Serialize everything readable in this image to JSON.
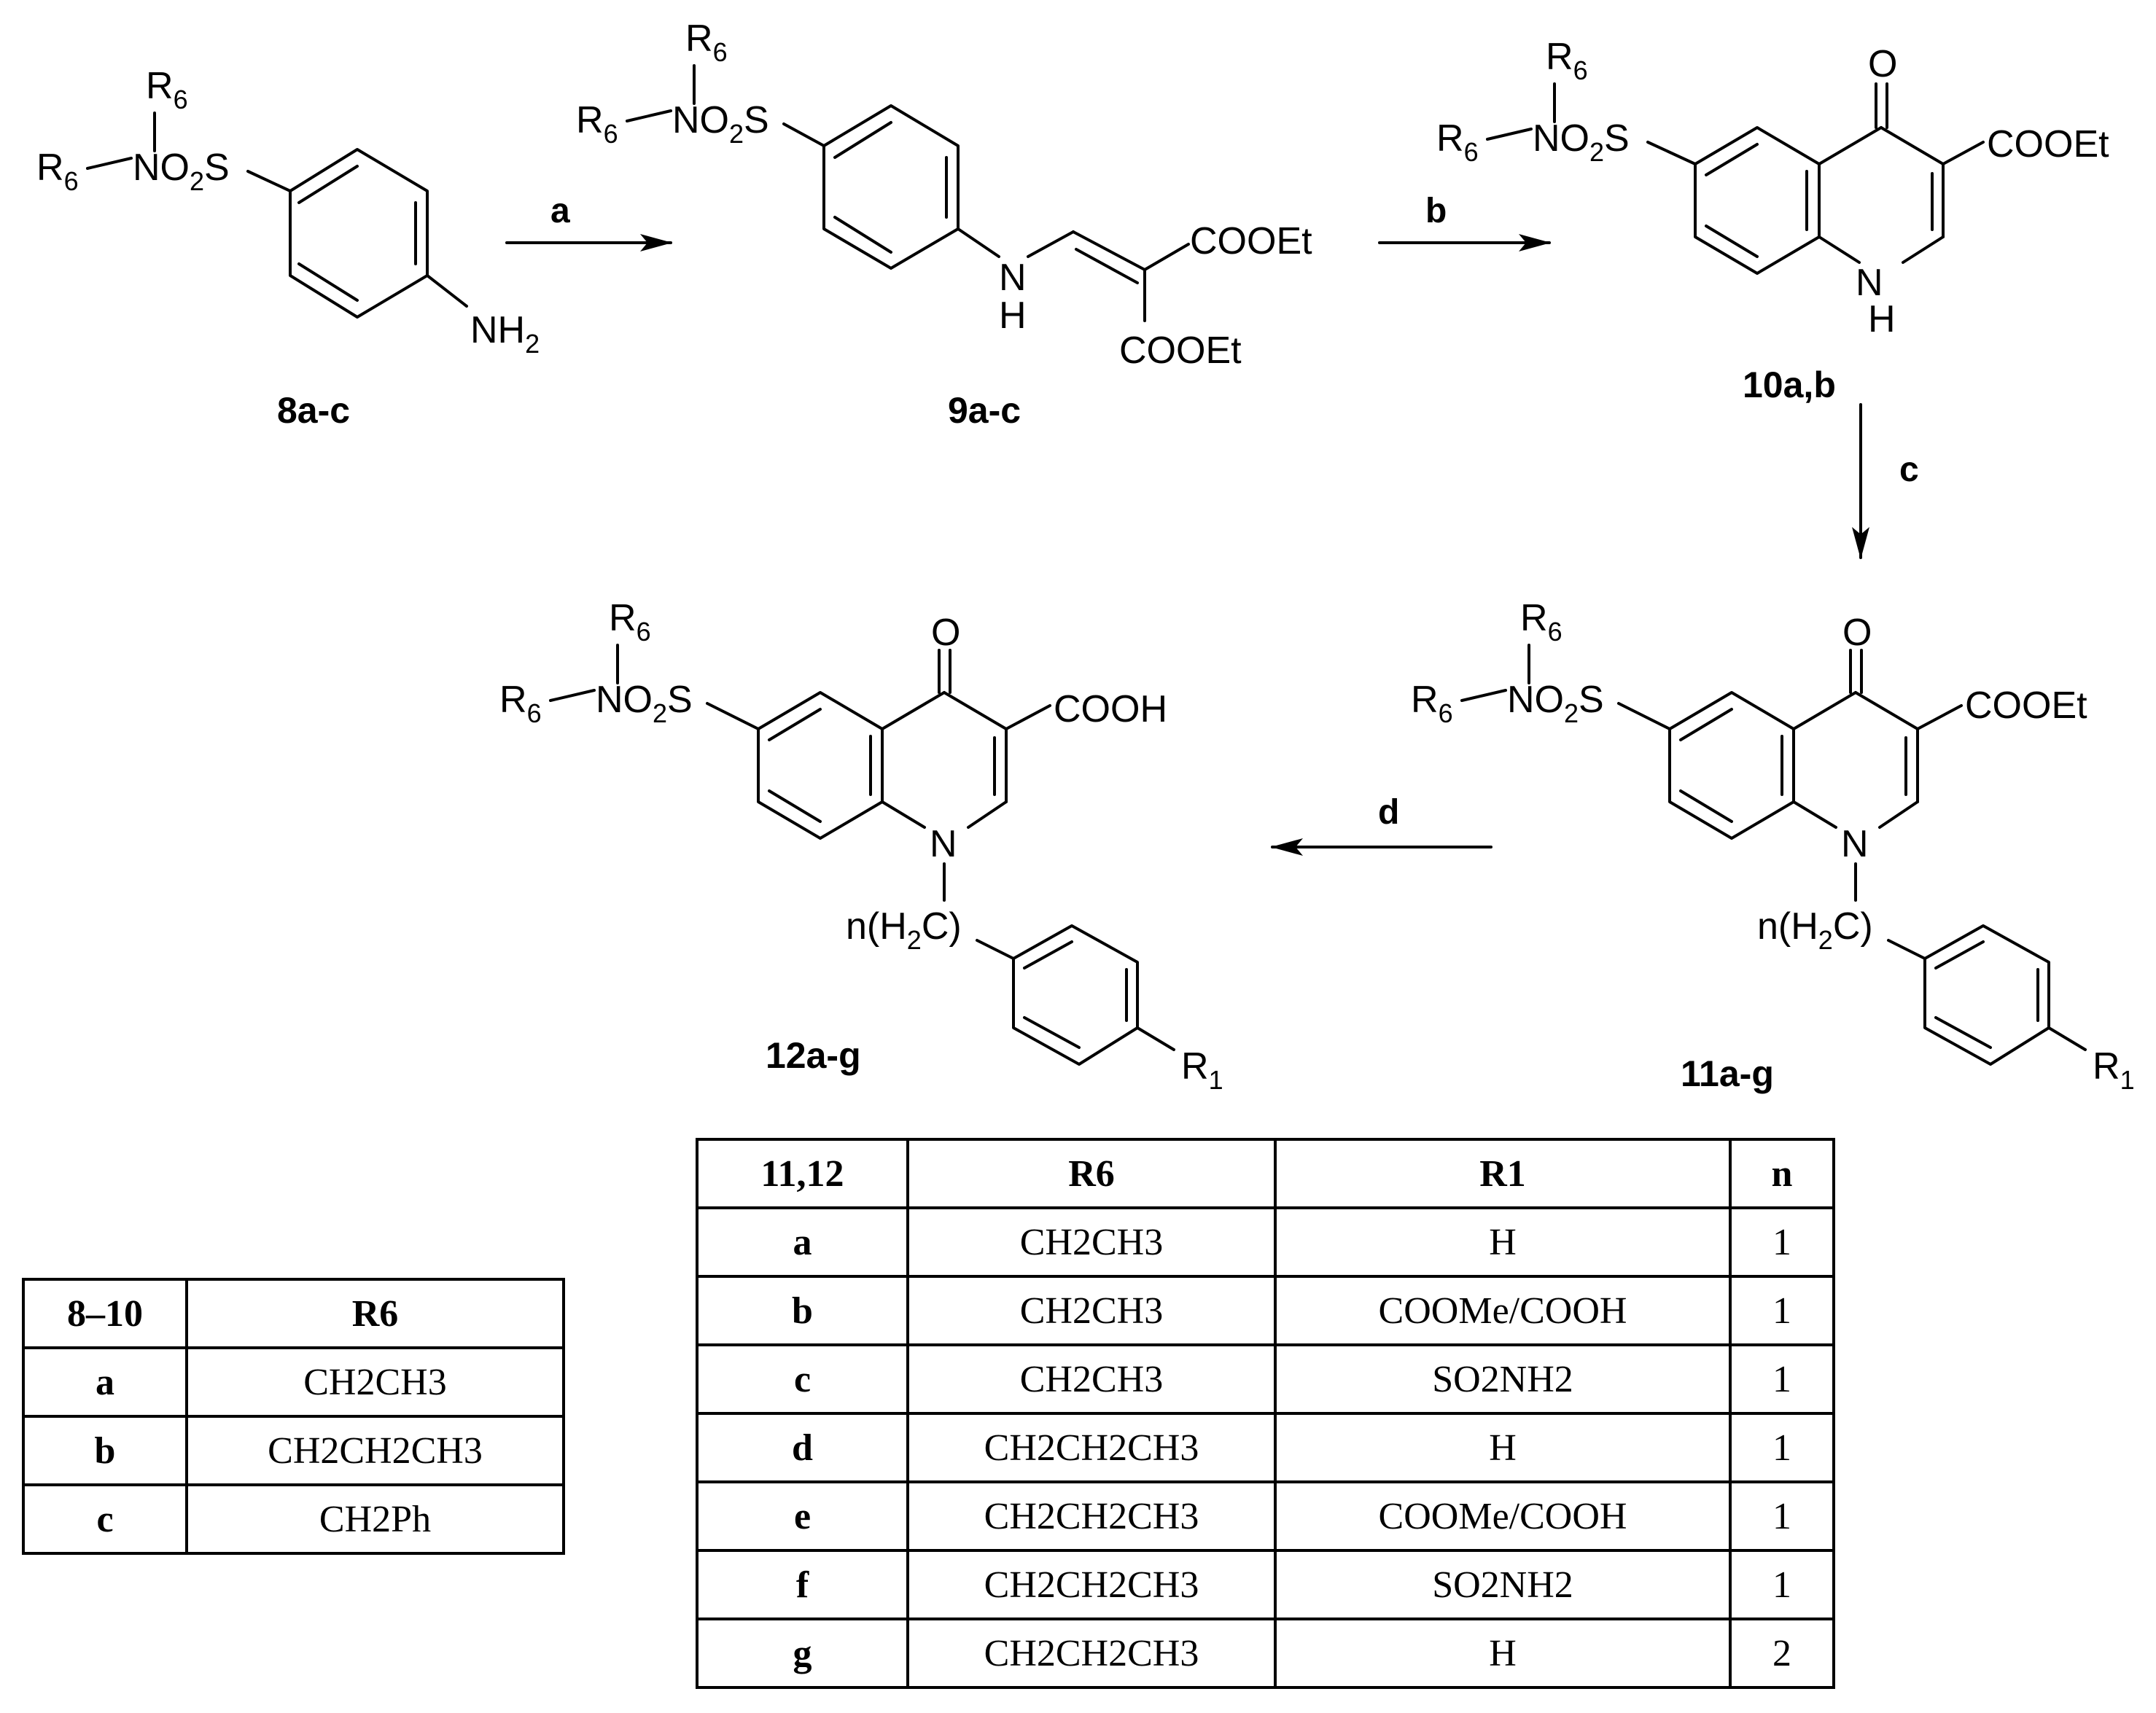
{
  "scheme": {
    "compounds": {
      "c8": "8a-c",
      "c9": "9a-c",
      "c10": "10a,b",
      "c11": "11a-g",
      "c12": "12a-g"
    },
    "steps": {
      "a": "a",
      "b": "b",
      "c": "c",
      "d": "d"
    },
    "groups": {
      "r6": "R",
      "r6_sub": "6",
      "r1": "R",
      "r1_sub": "1",
      "no2s_a": "NO",
      "no2s_sub": "2",
      "no2s_b": "S",
      "nh2": "NH",
      "nh2_sub": "2",
      "n": "N",
      "h": "H",
      "o": "O",
      "cooet": "COOEt",
      "cooh": "COOH",
      "linker_a": "n(H",
      "linker_sub": "2",
      "linker_b": "C)"
    }
  },
  "table_left": {
    "headers": [
      "8–10",
      "R6"
    ],
    "rows": [
      [
        "a",
        "CH2CH3"
      ],
      [
        "b",
        "CH2CH2CH3"
      ],
      [
        "c",
        "CH2Ph"
      ]
    ]
  },
  "table_right": {
    "headers": [
      "11,12",
      "R6",
      "R1",
      "n"
    ],
    "rows": [
      [
        "a",
        "CH2CH3",
        "H",
        "1"
      ],
      [
        "b",
        "CH2CH3",
        "COOMe/COOH",
        "1"
      ],
      [
        "c",
        "CH2CH3",
        "SO2NH2",
        "1"
      ],
      [
        "d",
        "CH2CH2CH3",
        "H",
        "1"
      ],
      [
        "e",
        "CH2CH2CH3",
        "COOMe/COOH",
        "1"
      ],
      [
        "f",
        "CH2CH2CH3",
        "SO2NH2",
        "1"
      ],
      [
        "g",
        "CH2CH2CH3",
        "H",
        "2"
      ]
    ]
  }
}
